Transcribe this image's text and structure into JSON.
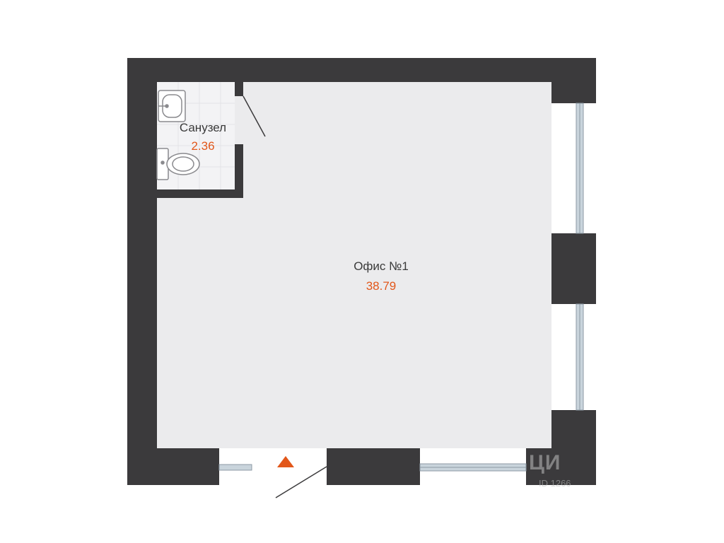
{
  "rooms": {
    "office": {
      "name": "Офис №1",
      "area": "38.79"
    },
    "bathroom": {
      "name": "Санузел",
      "area": "2.36"
    }
  },
  "watermark": {
    "brand": "ЦИ",
    "id": "ID 1266"
  },
  "colors": {
    "wall": "#3b3a3c",
    "floor": "#ebebed",
    "tile": "#f3f3f5",
    "accent": "#e2571a",
    "window_glass": "#c9d4dc"
  },
  "icons": {
    "entrance": "entrance-triangle-icon",
    "sink": "sink-icon",
    "toilet": "toilet-icon"
  }
}
